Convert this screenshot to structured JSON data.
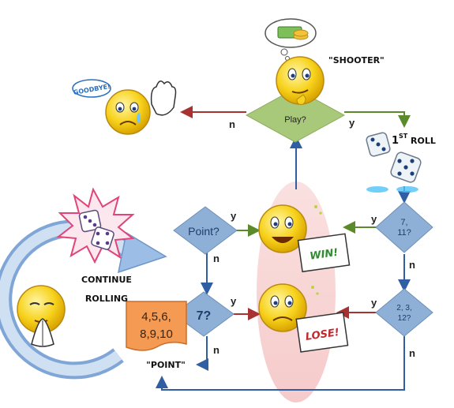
{
  "header": {
    "shooter_label": "\"SHOOTER\""
  },
  "decisions": {
    "play": "Play?",
    "point": "Point?",
    "seven": "7?",
    "seven_eleven": [
      "7,",
      "11?"
    ],
    "craps": [
      "2, 3,",
      "12?"
    ]
  },
  "edges": {
    "yes": "y",
    "no": "n"
  },
  "labels": {
    "goodbye": "GOODBYE!",
    "first_roll_num": "1",
    "first_roll_sup": "ST",
    "first_roll_word": "ROLL",
    "continue_line1": "CONTINUE",
    "continue_line2": "ROLLING",
    "point_numbers": [
      "4,5,6,",
      "8,9,10"
    ],
    "point_caption": "\"POINT\""
  },
  "signs": {
    "win": "WIN!",
    "lose": "LOSE!"
  },
  "colors": {
    "play_diamond": "#a9c97a",
    "decision_diamond": "#8fb0d6",
    "yes_arrow": "#5b8a2b",
    "no_arrow_red": "#a83232",
    "flow_blue": "#2f5ea3",
    "point_box": "#f59a53",
    "highlight_band": "#f6c6c6",
    "face_yellow": "#f7d21c"
  }
}
